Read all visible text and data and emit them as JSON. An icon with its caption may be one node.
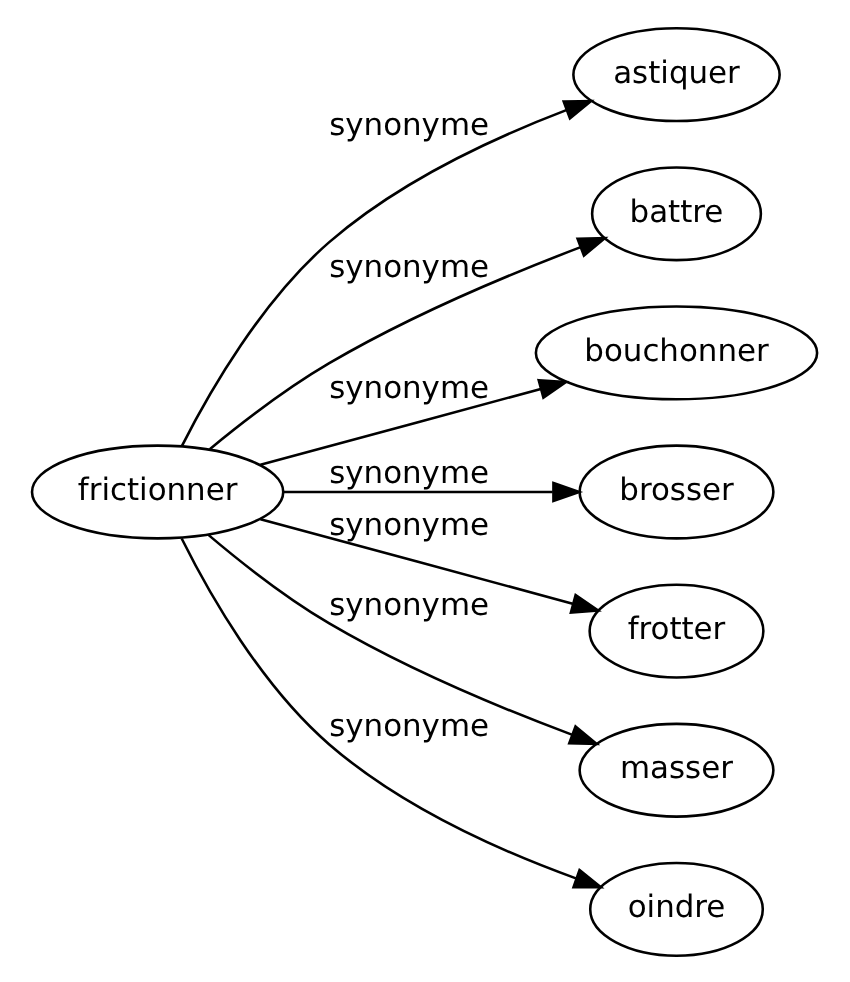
{
  "diagram": {
    "nodes": [
      {
        "text": [
          "frictionner"
        ]
      },
      {
        "text": [
          "astiquer"
        ]
      },
      {
        "text": [
          "battre"
        ]
      },
      {
        "text": [
          "bouchonner"
        ]
      },
      {
        "text": [
          "brosser"
        ]
      },
      {
        "text": [
          "frotter"
        ]
      },
      {
        "text": [
          "masser"
        ]
      },
      {
        "text": [
          "oindre"
        ]
      }
    ],
    "edges": [
      {
        "from": 0,
        "to": 1,
        "arrow": "to",
        "label": "synonyme"
      },
      {
        "from": 0,
        "to": 2,
        "arrow": "to",
        "label": "synonyme"
      },
      {
        "from": 0,
        "to": 3,
        "arrow": "to",
        "label": "synonyme"
      },
      {
        "from": 0,
        "to": 4,
        "arrow": "to",
        "label": "synonyme"
      },
      {
        "from": 0,
        "to": 5,
        "arrow": "to",
        "label": "synonyme"
      },
      {
        "from": 0,
        "to": 6,
        "arrow": "to",
        "label": "synonyme"
      },
      {
        "from": 0,
        "to": 7,
        "arrow": "to",
        "label": "synonyme"
      }
    ]
  }
}
